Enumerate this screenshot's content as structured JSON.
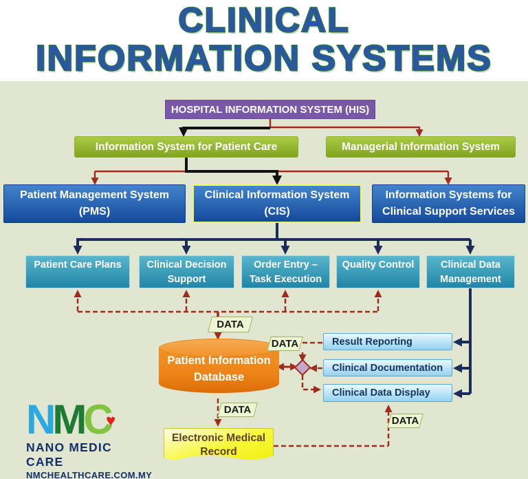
{
  "title": {
    "line1": "CLINICAL",
    "line2": "INFORMATION SYSTEMS"
  },
  "colors": {
    "background": "#E0E6CF",
    "title_fill": "#2C55A6",
    "title_outline": "#1F7C36",
    "his_purple": "#7A58A8",
    "level2_green": "#8FAF2C",
    "level3_blue": "#2A62AE",
    "level4_teal": "#3D9FBC",
    "output_light_blue": "#BDE6F8",
    "database_orange": "#EE8518",
    "emr_yellow": "#F6F62F",
    "red_arrow": "#A02C20",
    "navy_arrow": "#1A2B5C",
    "black_arrow": "#111111"
  },
  "nodes": {
    "his": {
      "label": "HOSPITAL INFORMATION SYSTEM (HIS)"
    },
    "patient_care_system": {
      "label": "Information System for Patient Care"
    },
    "managerial_system": {
      "label": "Managerial Information System"
    },
    "pms": {
      "label": "Patient Management System\n(PMS)"
    },
    "cis": {
      "label": "Clinical Information System\n(CIS)"
    },
    "iscss": {
      "label": "Information Systems for\nClinical Support Services"
    },
    "cis_children": [
      {
        "label": "Patient Care Plans"
      },
      {
        "label": "Clinical Decision\nSupport"
      },
      {
        "label": "Order Entry –\nTask Execution"
      },
      {
        "label": "Quality Control"
      },
      {
        "label": "Clinical Data\nManagement"
      }
    ],
    "database": {
      "label": "Patient Information\nDatabase"
    },
    "outputs": [
      {
        "label": "Result Reporting"
      },
      {
        "label": "Clinical Documentation"
      },
      {
        "label": "Clinical Data Display"
      }
    ],
    "emr": {
      "label": "Electronic Medical\nRecord"
    }
  },
  "flow_label": "DATA",
  "logo": {
    "letters": [
      {
        "char": "N"
      },
      {
        "char": "M"
      },
      {
        "char": "C"
      }
    ],
    "heart": "♥",
    "name": "NANO MEDIC CARE",
    "website": "NMCHEALTHCARE.COM.MY"
  }
}
